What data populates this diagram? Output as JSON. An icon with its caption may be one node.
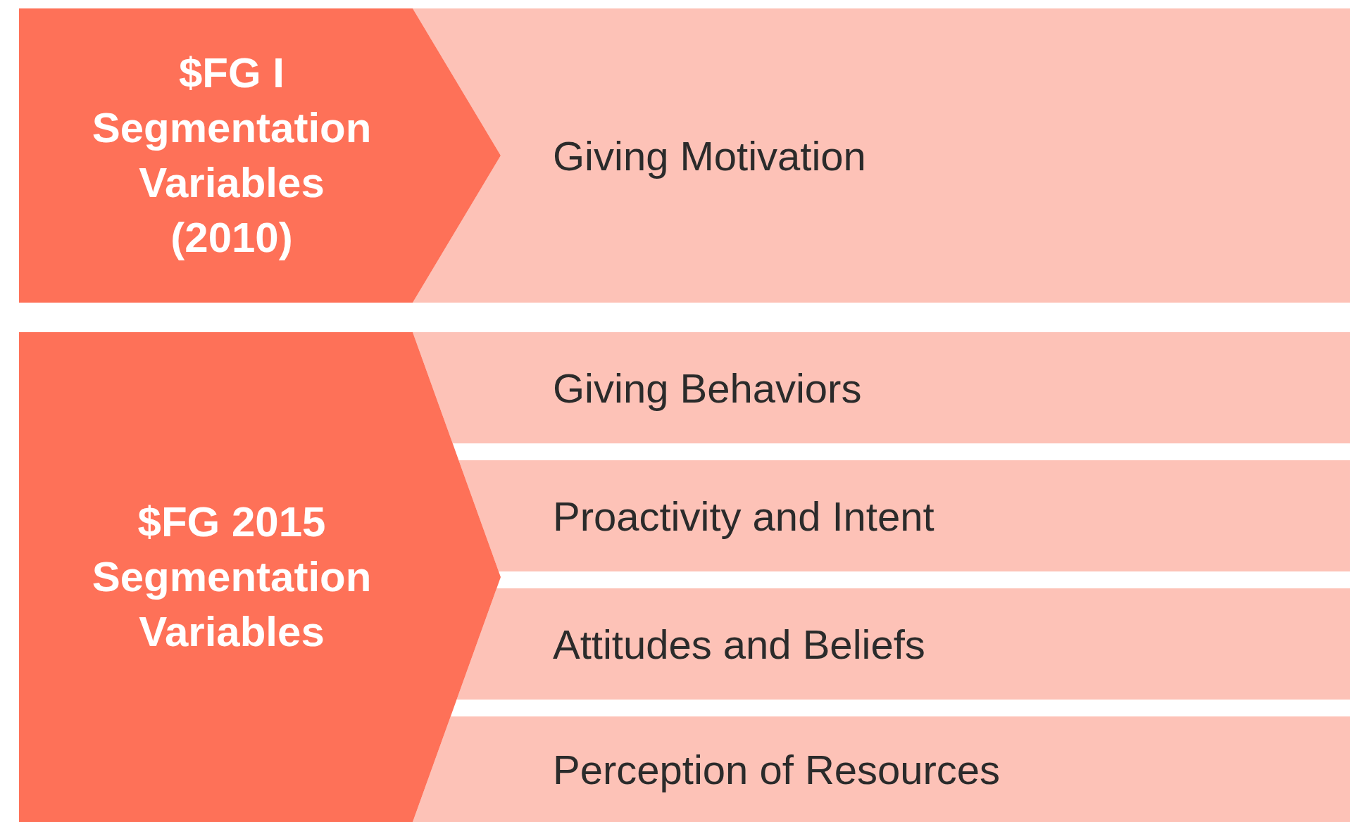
{
  "diagram": {
    "nodes": [
      {
        "text": [
          "$FG I Segmentation Variables (2010)"
        ]
      },
      {
        "text": [
          "Giving Motivation"
        ]
      },
      {
        "text": [
          "$FG 2015 Segmentation Variables"
        ]
      },
      {
        "text": [
          "Giving Behaviors"
        ]
      },
      {
        "text": [
          "Proactivity and Intent"
        ]
      },
      {
        "text": [
          "Attitudes and Beliefs"
        ]
      },
      {
        "text": [
          "Perception of Resources"
        ]
      }
    ]
  }
}
